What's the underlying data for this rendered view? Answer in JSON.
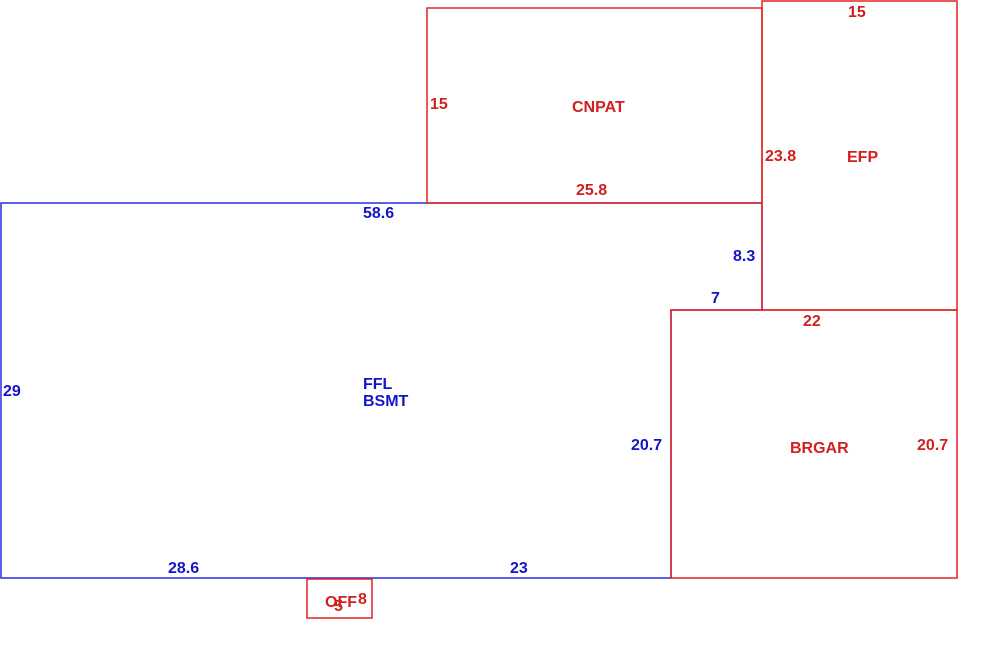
{
  "colors": {
    "main_area": "#1515c8",
    "other_areas": "#d21f1f"
  },
  "areas": {
    "main": {
      "name_line1": "FFL",
      "name_line2": "BSMT",
      "dims": {
        "top": "58.6",
        "left": "29",
        "bottom_left": "28.6",
        "bottom_right": "23",
        "right_lower": "20.7",
        "step": "7",
        "right_upper": "8.3"
      }
    },
    "cnpat": {
      "name": "CNPAT",
      "dims": {
        "left": "15",
        "bottom": "25.8"
      }
    },
    "efp": {
      "name": "EFP",
      "dims": {
        "top": "15",
        "left": "23.8"
      }
    },
    "brgar": {
      "name": "BRGAR",
      "dims": {
        "top": "22",
        "right": "20.7"
      }
    },
    "off": {
      "name": "OFF",
      "dims": {
        "a": "5",
        "b": "8"
      }
    }
  }
}
